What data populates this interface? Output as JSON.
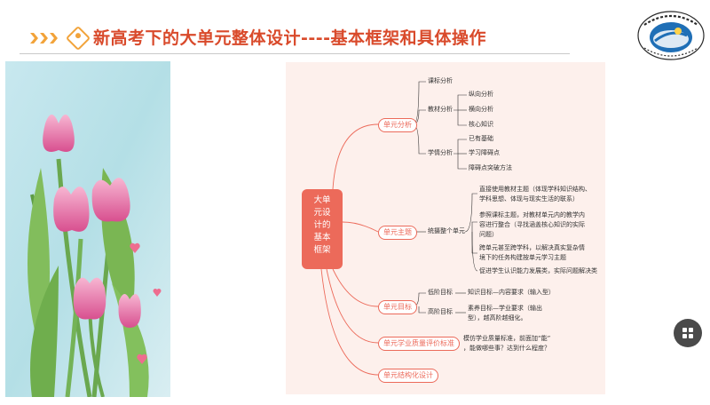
{
  "slide": {
    "title": "新高考下的大单元整体设计----基本框架和具体操作"
  },
  "mindmap": {
    "root": [
      "大单",
      "元设",
      "计的",
      "基本",
      "框架"
    ],
    "branches": {
      "unit_analysis": "单元分析",
      "unit_theme": "单元主题",
      "unit_goal": "单元目标",
      "quality_standard": "单元学业质量评价标准",
      "structure_design": "单元结构化设计"
    },
    "level2": {
      "curriculum": "课标分析",
      "textbook": "教材分析",
      "learner": "学情分析",
      "overall": "统摄整个单元",
      "low": "低阶目标",
      "high": "高阶目标"
    },
    "level3": {
      "vertical": "纵向分析",
      "horizontal": "横向分析",
      "core": "核心知识",
      "existing": "已有基础",
      "obstacle": "学习障碍点",
      "breakthrough": "障碍点突破方法",
      "theme1a": "直接使用教材主题（体现学科知识结构、",
      "theme1b": "学科思想、体现与现实生活的联系）",
      "theme2a": "参照课标主题，对教材单元内的教学内",
      "theme2b": "容进行整合（寻找涵盖核心知识的实际",
      "theme2c": "问题）",
      "theme3a": "跨单元甚至跨学科，以解决真实复杂情",
      "theme3b": "境下的任务构建按单元学习主题",
      "theme4": "促进学生认识能力发展类，实际问题解决类",
      "goal_low": "知识目标—内容要求（输入型）",
      "goal_high_a": "素养目标—学业要求（输出",
      "goal_high_b": "型），越高阶越细化。",
      "quality_a": "模仿学业质量标准，前面加“能”",
      "quality_b": "，能做哪些事？达到什么程度？"
    }
  },
  "colors": {
    "title": "#d94a2b",
    "accent": "#f2a33a",
    "mindmap_node": "#ec6a5a"
  },
  "icons": {
    "chevrons": "double-chevron-right-icon",
    "badge": "diamond-badge-icon",
    "logo": "school-emblem-logo",
    "fab": "grid-menu-icon"
  }
}
